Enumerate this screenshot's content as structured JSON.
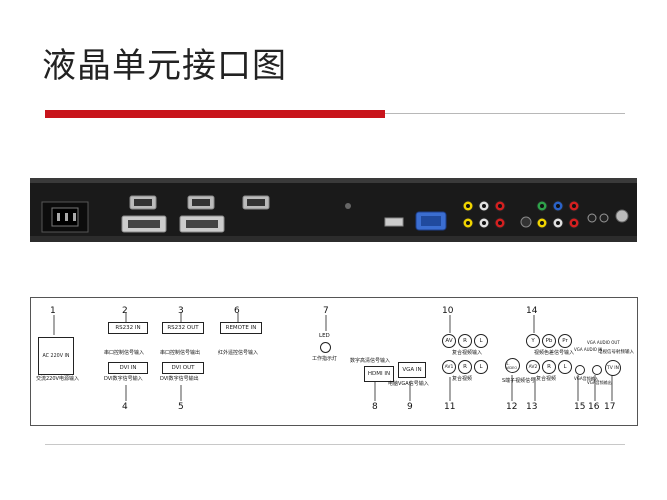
{
  "slide": {
    "title": "液晶单元接口图"
  },
  "diagram": {
    "ports": [
      {
        "num": "1",
        "label": "AC 220V IN",
        "desc": "交流220V电源输入"
      },
      {
        "num": "2",
        "label": "RS232 IN",
        "desc": "串口控制信号输入"
      },
      {
        "num": "3",
        "label": "RS232 OUT",
        "desc": "串口控制信号输出"
      },
      {
        "num": "4",
        "label": "DVI IN",
        "desc": "DVI数字信号输入"
      },
      {
        "num": "5",
        "label": "DVI OUT",
        "desc": "DVI数字信号输出"
      },
      {
        "num": "6",
        "label": "REMOTE IN",
        "desc": "红外遥控信号输入"
      },
      {
        "num": "7",
        "label": "LED",
        "desc": "工作指示灯"
      },
      {
        "num": "8",
        "label": "HDMI IN",
        "desc": "数字高清信号输入"
      },
      {
        "num": "9",
        "label": "VGA IN",
        "desc": "电脑VGA信号输入"
      },
      {
        "num": "10",
        "label": "AV",
        "desc": "复合视频输入"
      },
      {
        "num": "11",
        "label": "AV1",
        "desc": "复合视频"
      },
      {
        "num": "12",
        "label": "S-VIDEO",
        "desc": "S端子视频信号"
      },
      {
        "num": "13",
        "label": "AV2",
        "desc": "复合视频"
      },
      {
        "num": "14",
        "label": "Y",
        "desc": "视频色差信号输入"
      },
      {
        "num": "15",
        "label": "VGA AUDIO IN",
        "desc": "VGA音频输入"
      },
      {
        "num": "16",
        "label": "VGA AUDIO OUT",
        "desc": "VGA音频输出"
      },
      {
        "num": "17",
        "label": "TV IN",
        "desc": "电视信号射频输入"
      }
    ],
    "rca_labels": {
      "r": "R",
      "l": "L",
      "pb": "Pb",
      "pr": "Pr"
    }
  }
}
